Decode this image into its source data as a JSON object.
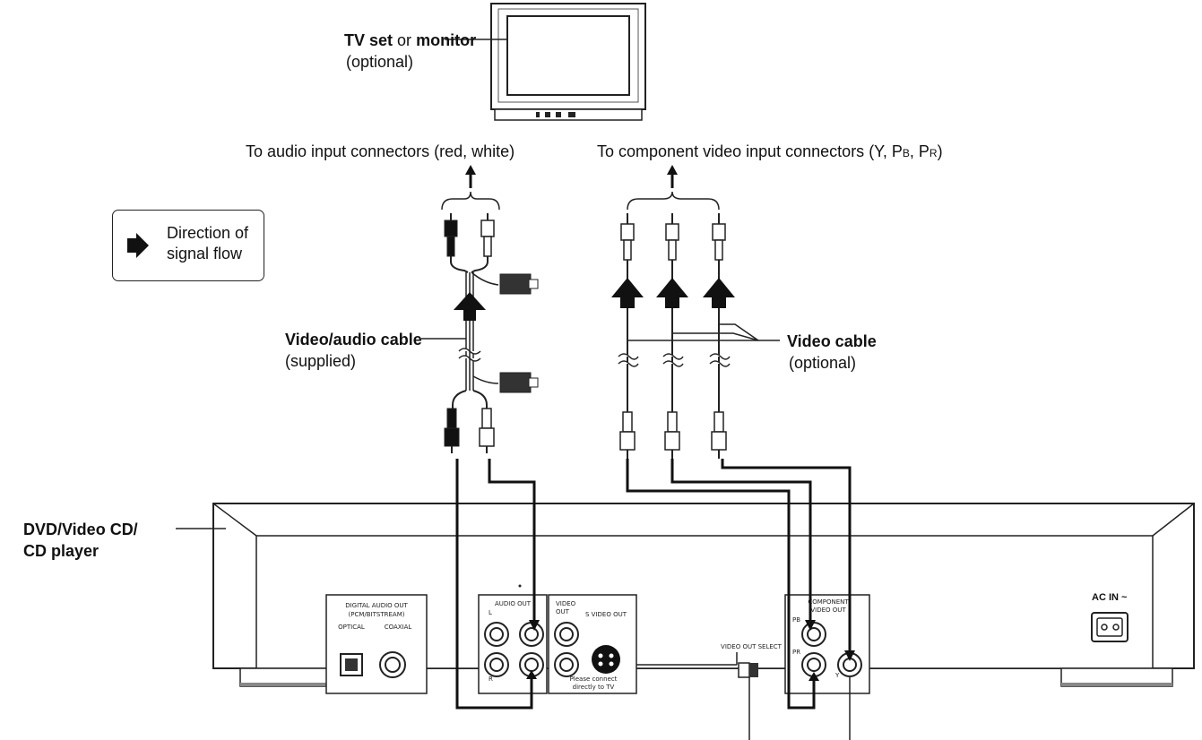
{
  "labels": {
    "tv_bold": "TV set",
    "tv_or": "or",
    "tv_bold2": "monitor",
    "tv_optional": "(optional)",
    "to_audio": "To audio input connectors (red, white)",
    "to_component": "To component video input connectors (Y, P",
    "to_component_pb": "B",
    "to_component_sep": ", P",
    "to_component_pr": "R",
    "to_component_end": ")",
    "legend_line1": "Direction of",
    "legend_line2": "signal flow",
    "va_cable": "Video/audio cable",
    "va_supplied": "(supplied)",
    "video_cable": "Video cable",
    "video_optional": "(optional)",
    "player_line1": "DVD/Video CD/",
    "player_line2": "CD player"
  },
  "panel": {
    "digital_out": "DIGITAL AUDIO OUT",
    "bitstream": "(PCM/BITSTREAM)",
    "optical": "OPTICAL",
    "coaxial": "COAXIAL",
    "audio_out": "AUDIO OUT",
    "l": "L",
    "r": "R",
    "video_out": "VIDEO",
    "video_out2": "OUT",
    "s_video_out": "S VIDEO OUT",
    "connect_note1": "Please connect",
    "connect_note2": "directly to TV",
    "video_out_select": "VIDEO OUT SELECT",
    "component1": "COMPONENT",
    "component2": "VIDEO OUT",
    "pb": "PB",
    "pr": "PR",
    "y": "Y",
    "ac_in": "AC IN ~"
  }
}
